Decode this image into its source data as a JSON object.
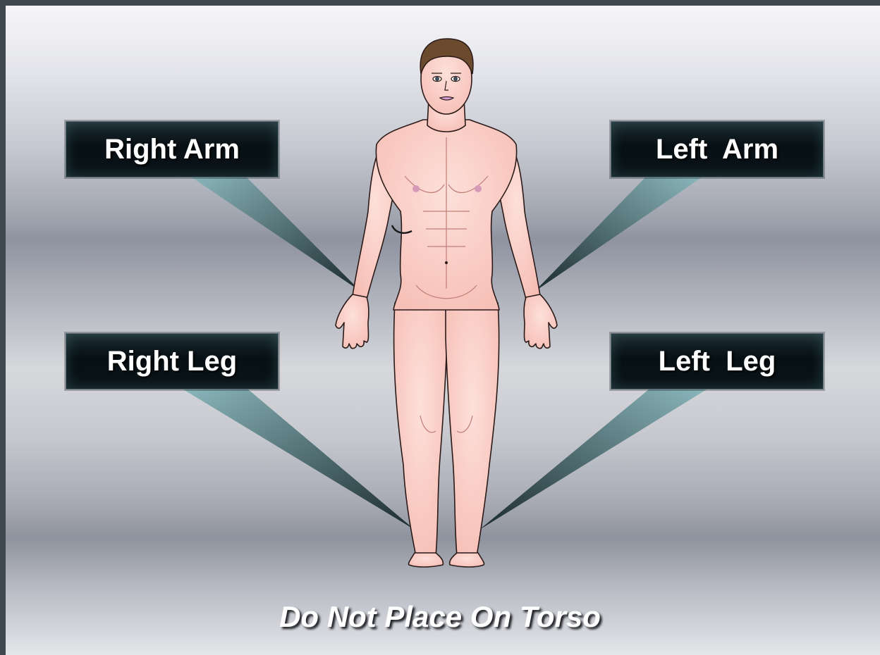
{
  "labels": {
    "right_arm": "Right Arm",
    "left_arm": "Left  Arm",
    "right_leg": "Right Leg",
    "left_leg": "Left  Leg"
  },
  "caption": "Do Not Place On Torso",
  "colors": {
    "skin": "#fbd3cc",
    "skin_outline": "#2a1a18",
    "hair": "#6b4a2e",
    "label_box": "#0b1519",
    "pointer": "#6f9aa0"
  }
}
